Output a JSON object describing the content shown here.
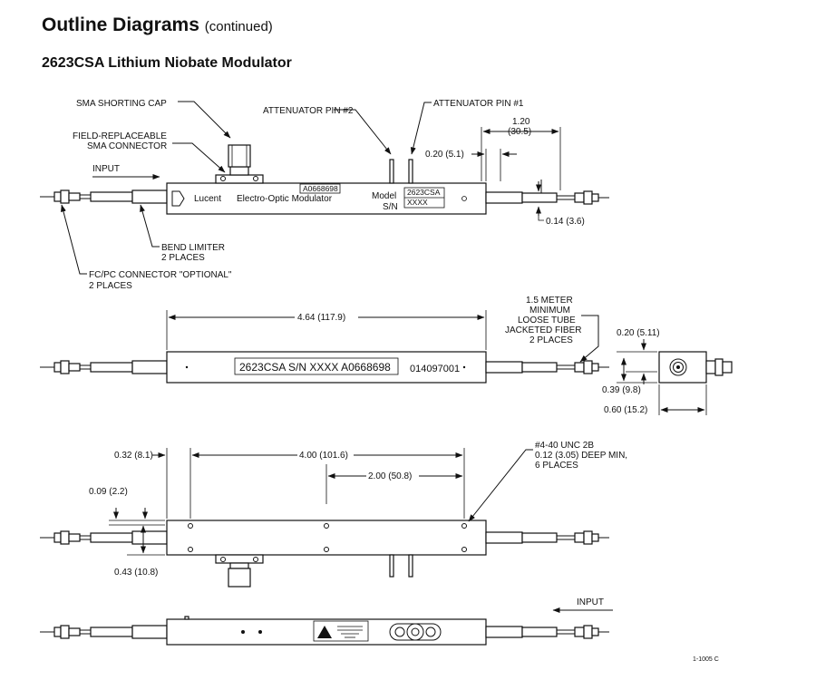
{
  "header": {
    "title": "Outline Diagrams",
    "title_suffix": "(continued)",
    "subtitle": "2623CSA Lithium Niobate Modulator"
  },
  "view1": {
    "sma_shorting_cap": "SMA SHORTING CAP",
    "field_replaceable_1": "FIELD-REPLACEABLE",
    "field_replaceable_2": "SMA CONNECTOR",
    "input": "INPUT",
    "attenuator_pin_2": "ATTENUATOR PIN #2",
    "attenuator_pin_1": "ATTENUATOR PIN #1",
    "dim_1_20": "1.20",
    "dim_1_20_mm": "(30.5)",
    "dim_0_20": "0.20 (5.1)",
    "dim_0_14": "0.14 (3.6)",
    "serial_label": "A0668698",
    "lucent": "Lucent",
    "electro_optic": "Electro-Optic Modulator",
    "model_label": "Model",
    "sn_label": "S/N",
    "model_value": "2623CSA",
    "sn_value": "XXXX",
    "bend_limiter_1": "BEND LIMITER",
    "bend_limiter_2": "2 PLACES",
    "fcpc_1": "FC/PC CONNECTOR \"OPTIONAL\"",
    "fcpc_2": "2 PLACES"
  },
  "view2": {
    "dim_4_64": "4.64 (117.9)",
    "fiber_1": "1.5 METER",
    "fiber_2": "MINIMUM",
    "fiber_3": "LOOSE TUBE",
    "fiber_4": "JACKETED FIBER",
    "fiber_5": "2 PLACES",
    "label_text": "2623CSA S/N XXXX A0668698",
    "part_number": "014097001",
    "dim_0_20": "0.20 (5.11)",
    "dim_0_39": "0.39 (9.8)",
    "dim_0_60": "0.60 (15.2)"
  },
  "view3": {
    "dim_0_32": "0.32 (8.1)",
    "dim_4_00": "4.00 (101.6)",
    "dim_2_00": "2.00 (50.8)",
    "thread_1": "#4-40 UNC 2B",
    "thread_2": "0.12 (3.05) DEEP MIN,",
    "thread_3": "6 PLACES",
    "dim_0_09": "0.09 (2.2)",
    "dim_0_43": "0.43 (10.8)"
  },
  "view4": {
    "input": "INPUT",
    "figure_ref": "1-1005 C"
  }
}
